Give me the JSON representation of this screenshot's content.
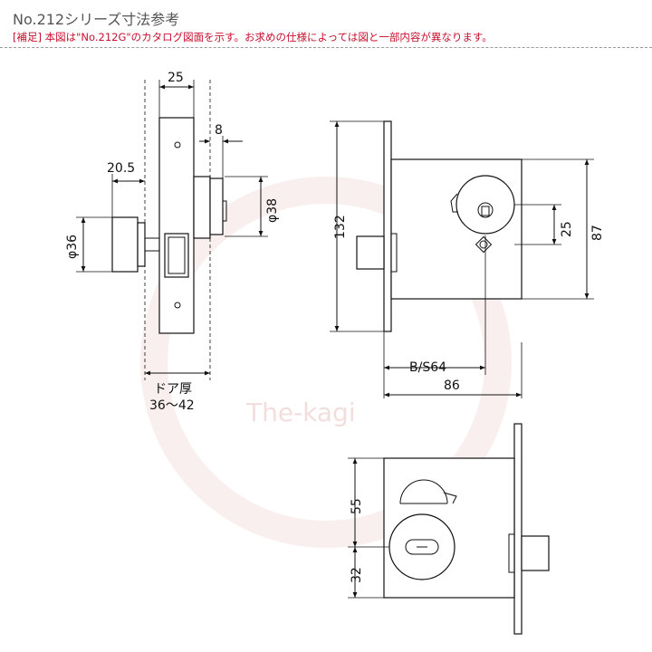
{
  "header": {
    "title": "No.212シリーズ寸法参考",
    "note": "[補足] 本図は\"No.212G\"のカタログ図面を示す。お求めの仕様によっては図と一部内容が異なります。"
  },
  "watermark": {
    "text": "The-kagi"
  },
  "dimensions": {
    "side": {
      "width_25": "25",
      "d8": "8",
      "d20_5": "20.5",
      "phi38": "φ38",
      "phi36": "φ36",
      "door_label": "ドア厚",
      "door_range": "36～42"
    },
    "front": {
      "h132": "132",
      "h25": "25",
      "h87": "87",
      "bs": "B/S64",
      "w86": "86"
    },
    "back": {
      "h55": "55",
      "h32": "32"
    }
  },
  "colors": {
    "title": "#555555",
    "note": "#c8102e",
    "watermark": "#f3dede"
  }
}
